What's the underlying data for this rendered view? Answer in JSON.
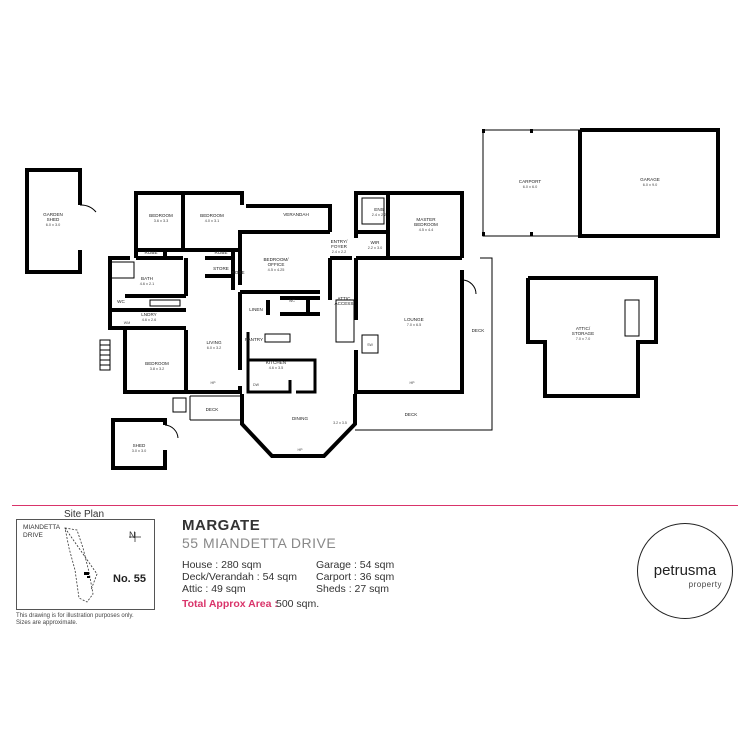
{
  "floor_plan": {
    "rooms": [
      {
        "key": "garden_shed",
        "name": "GARDEN\nSHED",
        "dims": "6.0 x 3.0"
      },
      {
        "key": "bedroom1",
        "name": "BEDROOM",
        "dims": "3.6 x 3.3"
      },
      {
        "key": "bedroom2",
        "name": "BEDROOM",
        "dims": "4.0 x 3.1"
      },
      {
        "key": "robe1",
        "name": "ROBE",
        "dims": ""
      },
      {
        "key": "robe2",
        "name": "ROBE",
        "dims": ""
      },
      {
        "key": "bath",
        "name": "BATH",
        "dims": "4.6 x 2.1"
      },
      {
        "key": "store",
        "name": "STORE",
        "dims": ""
      },
      {
        "key": "robe3",
        "name": "ROBE",
        "dims": ""
      },
      {
        "key": "wc1",
        "name": "WC",
        "dims": ""
      },
      {
        "key": "linen",
        "name": "LINEN",
        "dims": ""
      },
      {
        "key": "lndry",
        "name": "LNDRY",
        "dims": "4.6 x 2.6"
      },
      {
        "key": "bedroom3",
        "name": "BEDROOM",
        "dims": "3.8 x 3.2"
      },
      {
        "key": "living",
        "name": "LIVING",
        "dims": "6.0 x 3.2"
      },
      {
        "key": "kitchen",
        "name": "KITCHEN",
        "dims": "4.6 x 3.5"
      },
      {
        "key": "pantry",
        "name": "PANTRY",
        "dims": ""
      },
      {
        "key": "dining",
        "name": "DINING",
        "dims": ""
      },
      {
        "key": "verandah",
        "name": "VERANDAH",
        "dims": ""
      },
      {
        "key": "office",
        "name": "BEDROOM/\nOFFICE",
        "dims": "4.5 x 4.25"
      },
      {
        "key": "entry",
        "name": "ENTRY/\nFOYER",
        "dims": "2.4 x 2.2"
      },
      {
        "key": "attic_access",
        "name": "ATTIC\nACCESS",
        "dims": ""
      },
      {
        "key": "ens",
        "name": "ENS",
        "dims": "2.4 x 2.2"
      },
      {
        "key": "wir",
        "name": "WIR",
        "dims": "2.2 x 3.0"
      },
      {
        "key": "master",
        "name": "MASTER\nBEDROOM",
        "dims": "4.5 x 4.4"
      },
      {
        "key": "lounge",
        "name": "LOUNGE",
        "dims": "7.0 x 6.5"
      },
      {
        "key": "deck1",
        "name": "DECK",
        "dims": ""
      },
      {
        "key": "deck2",
        "name": "DECK",
        "dims": ""
      },
      {
        "key": "deck3",
        "name": "DECK",
        "dims": ""
      },
      {
        "key": "shed",
        "name": "SHED",
        "dims": "3.0 x 3.0"
      },
      {
        "key": "carport",
        "name": "CARPORT",
        "dims": "6.0 x 6.0"
      },
      {
        "key": "garage",
        "name": "GARAGE",
        "dims": "6.0 x 9.0"
      },
      {
        "key": "attic",
        "name": "ATTIC/\nSTORAGE",
        "dims": "7.0 x 7.0"
      }
    ],
    "small_labels": {
      "hp1": "HP",
      "hp2": "HP",
      "hp3": "HP",
      "dw": "DW",
      "sw": "SW",
      "wm": "WM",
      "wc2": "WC",
      "dim_32": "3.2 x 3.5"
    }
  },
  "site_plan": {
    "title": "Site Plan",
    "street": "MIANDETTA\nDRIVE",
    "lot": "No. 55",
    "north": "N"
  },
  "notes": [
    "This drawing is for illustration purposes only.",
    "Sizes are approximate."
  ],
  "property": {
    "name": "MARGATE",
    "address": "55 MIANDETTA DRIVE"
  },
  "areas": [
    {
      "label": "House :",
      "value": "280 sqm"
    },
    {
      "label": "Garage :",
      "value": "54 sqm"
    },
    {
      "label": "Deck/Verandah :",
      "value": "54 sqm"
    },
    {
      "label": "Carport :",
      "value": "36 sqm"
    },
    {
      "label": "Attic :",
      "value": "49 sqm"
    },
    {
      "label": "Sheds :",
      "value": "27 sqm"
    }
  ],
  "total": {
    "label": "Total Approx Area :",
    "value": "500 sqm."
  },
  "brand": {
    "name": "petrusma",
    "tagline": "property"
  },
  "colors": {
    "accent": "#d9346a",
    "walls": "#000000"
  }
}
